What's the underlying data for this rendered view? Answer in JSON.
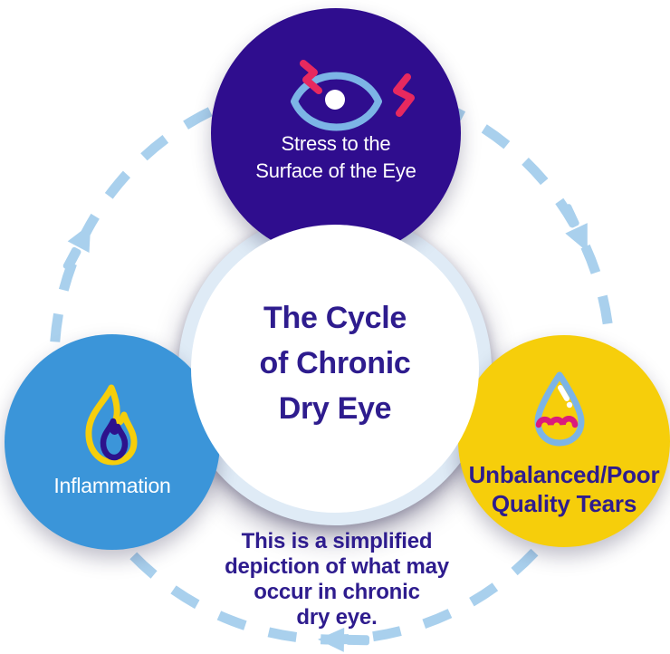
{
  "diagram": {
    "title_lines": [
      "The Cycle",
      "of Chronic",
      "Dry Eye"
    ],
    "caption_lines": [
      "This is a simplified",
      "depiction of what may",
      "occur in chronic",
      "dry eye."
    ],
    "nodes": {
      "stress": {
        "lines": [
          "Stress to the",
          "Surface of the Eye"
        ],
        "circle_color": "#2F0D8E",
        "text_color": "#FFFFFF",
        "icon": "stressed-eye"
      },
      "inflammation": {
        "lines": [
          "Inflammation"
        ],
        "circle_color": "#3B95D9",
        "text_color": "#FFFFFF",
        "icon": "flame"
      },
      "tears": {
        "lines": [
          "Unbalanced/Poor",
          "Quality Tears"
        ],
        "circle_color": "#F6CE0B",
        "text_color": "#2E1C8E",
        "icon": "teardrop"
      }
    },
    "colors": {
      "ring": "#A9D0ED",
      "halo": "#DFEBF6",
      "center_fill": "#FFFFFF",
      "title_text": "#2E1C8E",
      "caption_text": "#2E1C8E",
      "icon_blue": "#7CB4E6",
      "icon_pink": "#E7295F",
      "icon_magenta": "#DB1B7C",
      "icon_yellow": "#F6CE0B",
      "icon_indigo": "#2D128C",
      "icon_white": "#FFFFFF"
    }
  }
}
